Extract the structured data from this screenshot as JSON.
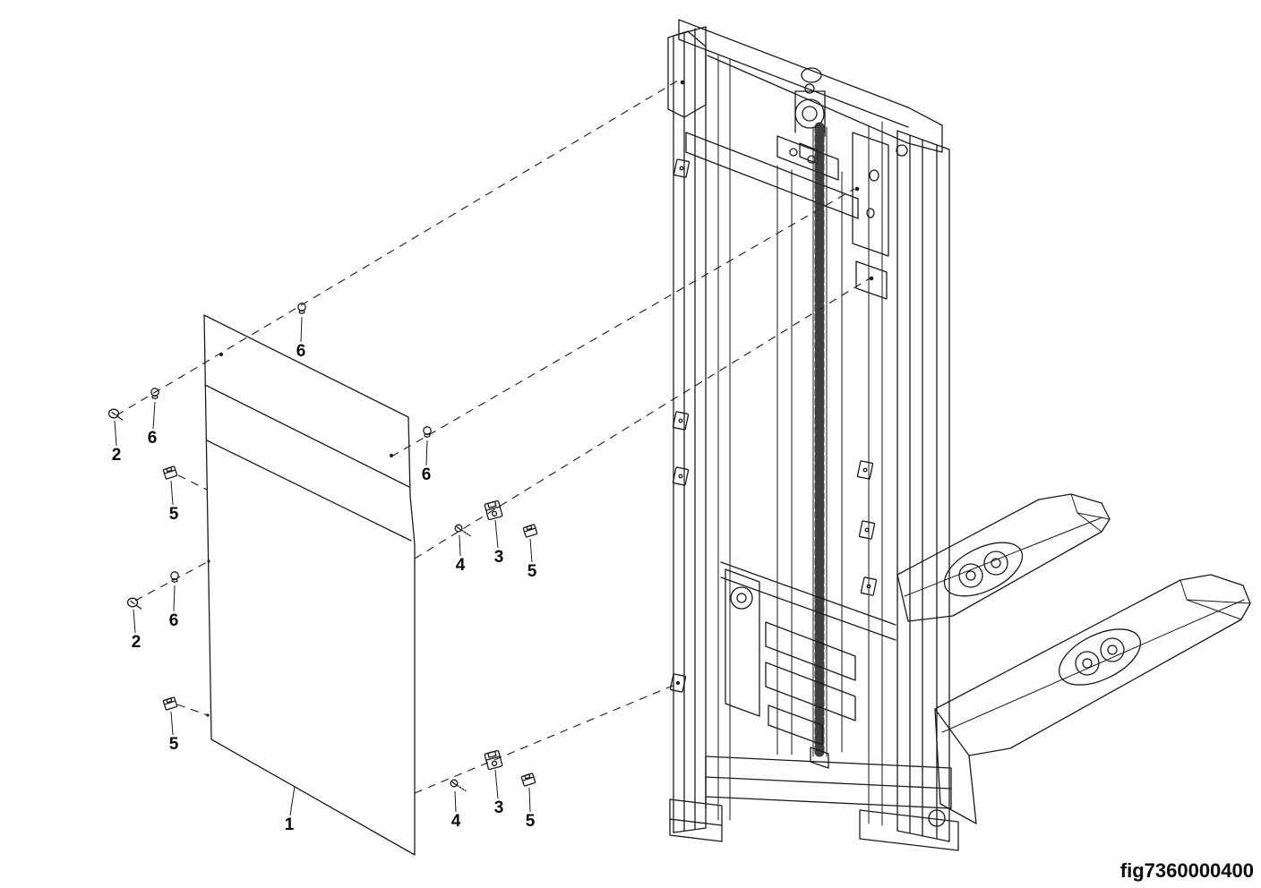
{
  "figure": {
    "id": "fig7360000400"
  },
  "callouts": [
    {
      "label": "6"
    },
    {
      "label": "2"
    },
    {
      "label": "6"
    },
    {
      "label": "5"
    },
    {
      "label": "6"
    },
    {
      "label": "4"
    },
    {
      "label": "3"
    },
    {
      "label": "5"
    },
    {
      "label": "2"
    },
    {
      "label": "6"
    },
    {
      "label": "5"
    },
    {
      "label": "1"
    },
    {
      "label": "4"
    },
    {
      "label": "3"
    },
    {
      "label": "5"
    }
  ]
}
